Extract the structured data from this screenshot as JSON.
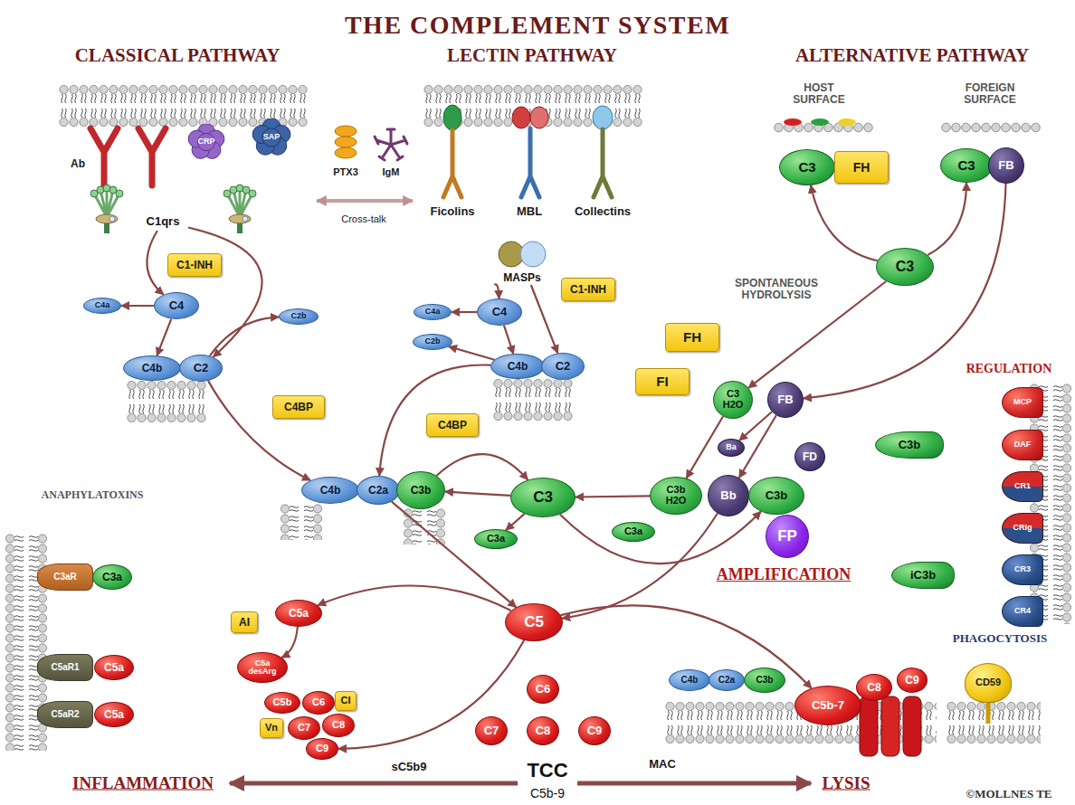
{
  "diagram": {
    "title": "THE COMPLEMENT SYSTEM",
    "nodes": [
      {
        "text": [
          "CRP"
        ]
      },
      {
        "text": [
          "SAP"
        ]
      },
      {
        "text": [
          "C1qrs"
        ]
      },
      {
        "text": [
          "C1-INH"
        ]
      },
      {
        "text": [
          "C4a"
        ]
      },
      {
        "text": [
          "C4"
        ]
      },
      {
        "text": [
          "C2b"
        ]
      },
      {
        "text": [
          "C4b"
        ]
      },
      {
        "text": [
          "C2"
        ]
      },
      {
        "text": [
          "C4BP"
        ]
      },
      {
        "text": [
          "MASPs"
        ]
      },
      {
        "text": [
          "C1-INH"
        ]
      },
      {
        "text": [
          "C4a"
        ]
      },
      {
        "text": [
          "C4"
        ]
      },
      {
        "text": [
          "C2b"
        ]
      },
      {
        "text": [
          "C4b"
        ]
      },
      {
        "text": [
          "C2"
        ]
      },
      {
        "text": [
          "C4BP"
        ]
      },
      {
        "text": [
          "C3"
        ]
      },
      {
        "text": [
          "FH"
        ]
      },
      {
        "text": [
          "C3"
        ]
      },
      {
        "text": [
          "FB"
        ]
      },
      {
        "text": [
          "C3"
        ]
      },
      {
        "text": [
          "FH"
        ]
      },
      {
        "text": [
          "FI"
        ]
      },
      {
        "text": [
          "C3 H2O"
        ]
      },
      {
        "text": [
          "FB"
        ]
      },
      {
        "text": [
          "Ba"
        ]
      },
      {
        "text": [
          "FD"
        ]
      },
      {
        "text": [
          "C3b H2O"
        ]
      },
      {
        "text": [
          "Bb"
        ]
      },
      {
        "text": [
          "C3b"
        ]
      },
      {
        "text": [
          "FP"
        ]
      },
      {
        "text": [
          "C4b"
        ]
      },
      {
        "text": [
          "C2a"
        ]
      },
      {
        "text": [
          "C3b"
        ]
      },
      {
        "text": [
          "C3"
        ]
      },
      {
        "text": [
          "C3a"
        ]
      },
      {
        "text": [
          "C3a"
        ]
      },
      {
        "text": [
          "C3b"
        ]
      },
      {
        "text": [
          "iC3b"
        ]
      },
      {
        "text": [
          "MCP"
        ]
      },
      {
        "text": [
          "DAF"
        ]
      },
      {
        "text": [
          "CR1"
        ]
      },
      {
        "text": [
          "CRIg"
        ]
      },
      {
        "text": [
          "CR3"
        ]
      },
      {
        "text": [
          "CR4"
        ]
      },
      {
        "text": [
          "C3aR"
        ]
      },
      {
        "text": [
          "C3a"
        ]
      },
      {
        "text": [
          "C5aR1"
        ]
      },
      {
        "text": [
          "C5a"
        ]
      },
      {
        "text": [
          "C5aR2"
        ]
      },
      {
        "text": [
          "C5a"
        ]
      },
      {
        "text": [
          "C5"
        ]
      },
      {
        "text": [
          "C5a"
        ]
      },
      {
        "text": [
          "AI"
        ]
      },
      {
        "text": [
          "C5a desArg"
        ]
      },
      {
        "text": [
          "C5b"
        ]
      },
      {
        "text": [
          "C6"
        ]
      },
      {
        "text": [
          "CI"
        ]
      },
      {
        "text": [
          "Vn"
        ]
      },
      {
        "text": [
          "C7"
        ]
      },
      {
        "text": [
          "C8"
        ]
      },
      {
        "text": [
          "C9"
        ]
      },
      {
        "text": [
          "C6"
        ]
      },
      {
        "text": [
          "C7"
        ]
      },
      {
        "text": [
          "C8"
        ]
      },
      {
        "text": [
          "C9"
        ]
      },
      {
        "text": [
          "C4b"
        ]
      },
      {
        "text": [
          "C2a"
        ]
      },
      {
        "text": [
          "C3b"
        ]
      },
      {
        "text": [
          "C5b-7"
        ]
      },
      {
        "text": [
          "C8"
        ]
      },
      {
        "text": [
          "C9"
        ]
      },
      {
        "text": [
          "CD59"
        ]
      }
    ],
    "edges": [
      {
        "from": 2,
        "to": 5,
        "arrow": "to"
      },
      {
        "from": 5,
        "to": 4,
        "arrow": "to"
      },
      {
        "from": 5,
        "to": 7,
        "arrow": "to"
      },
      {
        "from": 2,
        "to": 8,
        "arrow": "to"
      },
      {
        "from": 8,
        "to": 6,
        "arrow": "to"
      },
      {
        "from": 8,
        "to": 33,
        "arrow": "to"
      },
      {
        "from": 10,
        "to": 13,
        "arrow": "to"
      },
      {
        "from": 13,
        "to": 12,
        "arrow": "to"
      },
      {
        "from": 13,
        "to": 15,
        "arrow": "to"
      },
      {
        "from": 10,
        "to": 16,
        "arrow": "to"
      },
      {
        "from": 15,
        "to": 14,
        "arrow": "to"
      },
      {
        "from": 15,
        "to": 34,
        "arrow": "to"
      },
      {
        "from": 22,
        "to": 18,
        "arrow": "to"
      },
      {
        "from": 22,
        "to": 20,
        "arrow": "to"
      },
      {
        "from": 22,
        "to": 25,
        "arrow": "to"
      },
      {
        "from": 21,
        "to": 26,
        "arrow": "to"
      },
      {
        "from": 26,
        "to": 27,
        "arrow": "to"
      },
      {
        "from": 25,
        "to": 29,
        "arrow": "to"
      },
      {
        "from": 26,
        "to": 30,
        "arrow": "to"
      },
      {
        "from": 35,
        "to": 36,
        "arrow": "to"
      },
      {
        "from": 36,
        "to": 35,
        "arrow": "to"
      },
      {
        "from": 36,
        "to": 37,
        "arrow": "to"
      },
      {
        "from": 29,
        "to": 36,
        "arrow": "to"
      },
      {
        "from": 36,
        "to": 31,
        "arrow": "to"
      },
      {
        "from": 34,
        "to": 53,
        "arrow": "to"
      },
      {
        "from": 30,
        "to": 53,
        "arrow": "to"
      },
      {
        "from": 53,
        "to": 54,
        "arrow": "to"
      },
      {
        "from": 54,
        "to": 56,
        "arrow": "to"
      },
      {
        "from": 53,
        "to": 63,
        "arrow": "to"
      },
      {
        "from": 53,
        "to": 71,
        "arrow": "to"
      }
    ],
    "labels": [
      "CLASSICAL PATHWAY",
      "LECTIN PATHWAY",
      "ALTERNATIVE PATHWAY",
      "Ab",
      "PTX3",
      "IgM",
      "Cross-talk",
      "Ficolins",
      "MBL",
      "Collectins",
      "HOST SURFACE",
      "FOREIGN SURFACE",
      "SPONTANEOUS HYDROLYSIS",
      "AMPLIFICATION",
      "REGULATION",
      "PHAGOCYTOSIS",
      "ANAPHYLATOXINS",
      "sC5b9",
      "TCC",
      "C5b-9",
      "MAC",
      "INFLAMMATION",
      "LYSIS",
      "©MOLLNES TE"
    ]
  }
}
